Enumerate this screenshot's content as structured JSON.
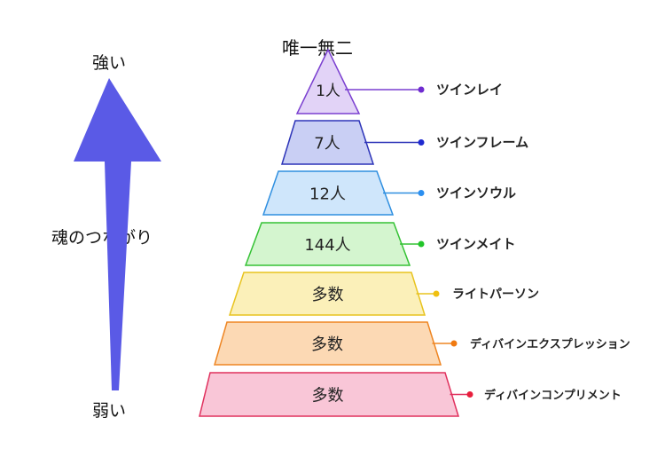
{
  "labels": {
    "strong": "強い",
    "weak": "弱い",
    "axis_title": "魂のつながり",
    "top_title": "唯一無二"
  },
  "tiers": [
    {
      "count": "1人",
      "name": "ツインレイ",
      "fill": "#e2d3f7",
      "stroke": "#7a3fd0",
      "dot": "#6f2bd0"
    },
    {
      "count": "7人",
      "name": "ツインフレーム",
      "fill": "#c9cff4",
      "stroke": "#2d34b8",
      "dot": "#1f2ad0"
    },
    {
      "count": "12人",
      "name": "ツインソウル",
      "fill": "#cfe6fb",
      "stroke": "#2f8fe0",
      "dot": "#2b8ff0"
    },
    {
      "count": "144人",
      "name": "ツインメイト",
      "fill": "#d4f5cf",
      "stroke": "#35c235",
      "dot": "#22c52a"
    },
    {
      "count": "多数",
      "name": "ライトパーソン",
      "fill": "#fbf0b9",
      "stroke": "#e8c31f",
      "dot": "#f0c010"
    },
    {
      "count": "多数",
      "name": "ディバインエクスプレッション",
      "fill": "#fcd9b4",
      "stroke": "#ee8522",
      "dot": "#f07a10"
    },
    {
      "count": "多数",
      "name": "ディバインコンプリメント",
      "fill": "#f9c6d7",
      "stroke": "#e0305d",
      "dot": "#e81e3c"
    }
  ],
  "colors": {
    "arrow": "#5a5ae6"
  }
}
